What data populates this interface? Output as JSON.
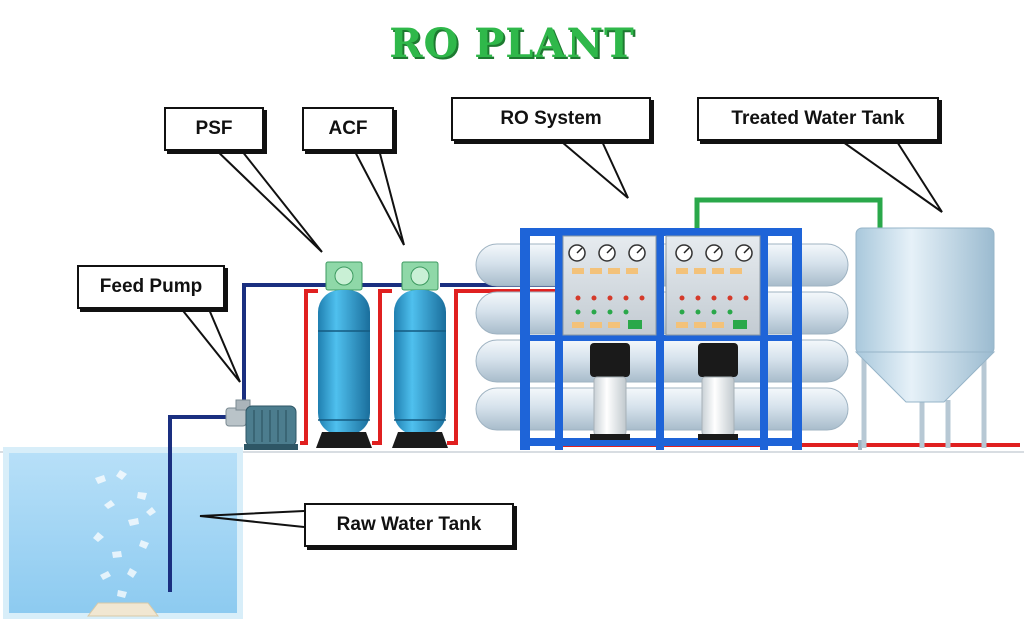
{
  "title": "RO PLANT",
  "labels": {
    "psf": "PSF",
    "acf": "ACF",
    "ro_system": "RO System",
    "treated_water_tank": "Treated Water Tank",
    "feed_pump": "Feed Pump",
    "raw_water_tank": "Raw Water Tank"
  },
  "colors": {
    "title": "#2fb84a",
    "feed_line": "#1a2f80",
    "process_line": "#e02020",
    "product_line": "#2aa84a",
    "filter_vessel": "#2f9fd0",
    "frame": "#1e64d8",
    "water": "#a9d8f5"
  }
}
